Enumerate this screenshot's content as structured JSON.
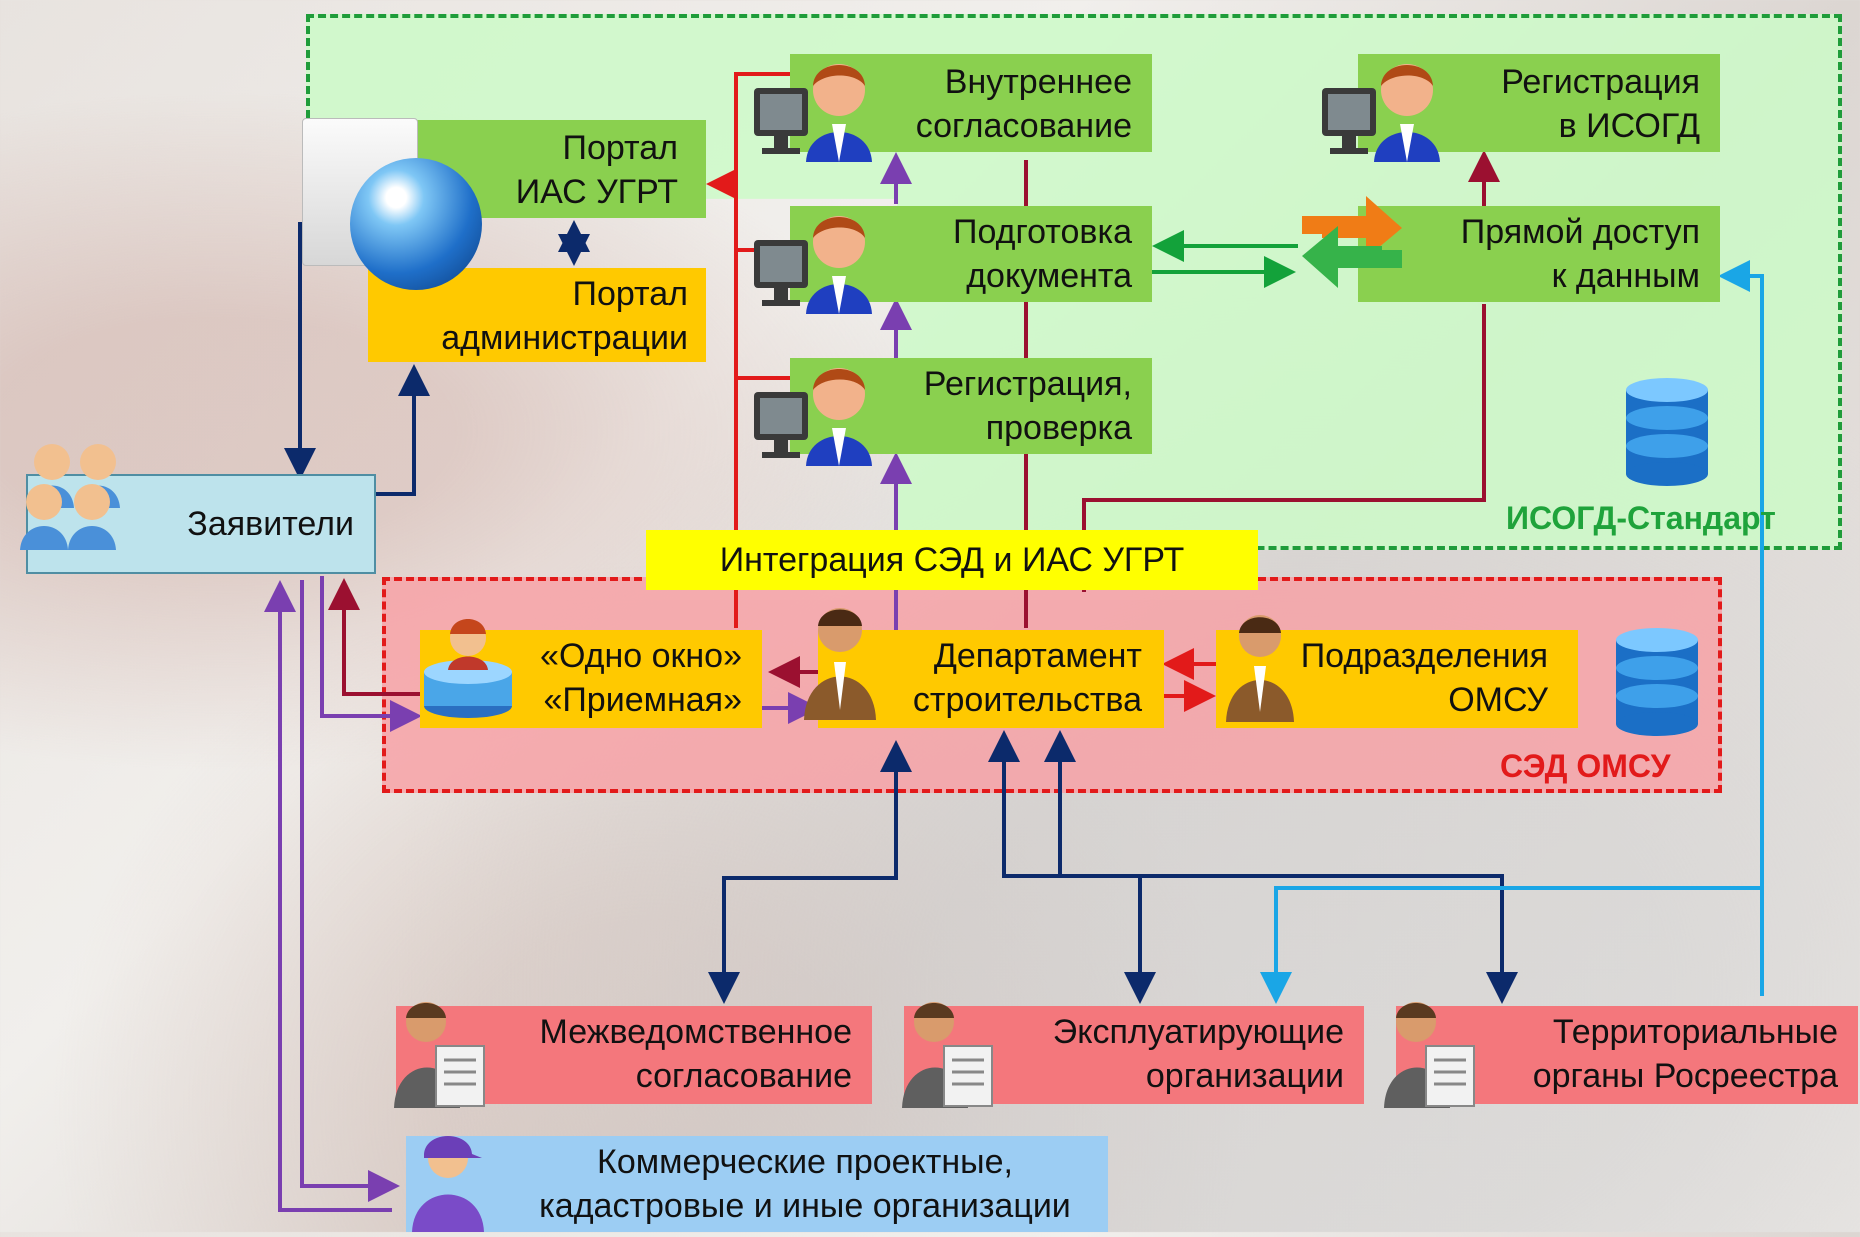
{
  "zones": {
    "isogd": "ИСОГД-Стандарт",
    "sed": "СЭД ОМСУ"
  },
  "integration": "Интеграция СЭД и ИАС УГРТ",
  "nodes": {
    "portal_ias": [
      "Портал",
      "ИАС УГРТ"
    ],
    "portal_admin": [
      "Портал",
      "администрации"
    ],
    "internal_approval": [
      "Внутреннее",
      "согласование"
    ],
    "doc_prep": [
      "Подготовка",
      "документа"
    ],
    "reg_check": [
      "Регистрация,",
      "проверка"
    ],
    "reg_isogd": [
      "Регистрация",
      "в ИСОГД"
    ],
    "direct_access": [
      "Прямой доступ",
      "к данным"
    ],
    "applicants": "Заявители",
    "one_window": [
      "«Одно окно»",
      "«Приемная»"
    ],
    "dept_construction": [
      "Департамент",
      "строительства"
    ],
    "omsu_units": [
      "Подразделения",
      "ОМСУ"
    ],
    "interagency": [
      "Межведомственное",
      "согласование"
    ],
    "operating_orgs": [
      "Эксплуатирующие",
      "организации"
    ],
    "rosreestr": [
      "Территориальные",
      "органы Росреестра"
    ],
    "commercial": [
      "Коммерческие проектные,",
      "кадастровые и иные организации"
    ]
  },
  "colors": {
    "green_box": "#8ad04f",
    "yellow_box": "#ffc900",
    "pink_box": "#f4777c",
    "blue_box": "#9ccdf3",
    "arrow_red": "#e21a1a",
    "arrow_maroon": "#9b1030",
    "arrow_purple": "#7a3fb0",
    "arrow_navy": "#0c2a6b",
    "arrow_green": "#13a23a",
    "arrow_cyan": "#1aa6e6"
  }
}
